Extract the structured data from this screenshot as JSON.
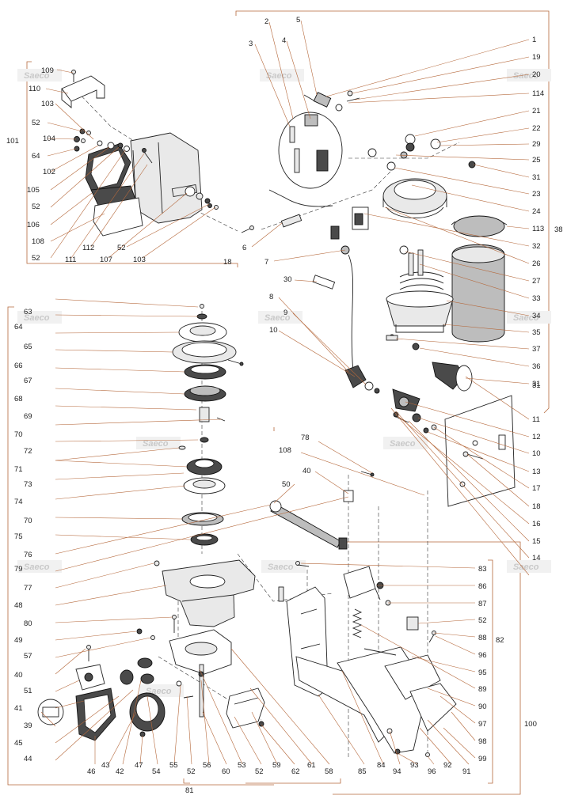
{
  "watermark_text": "Saeco",
  "groups": [
    {
      "id": "101"
    },
    {
      "id": "38"
    },
    {
      "id": "82"
    },
    {
      "id": "100"
    },
    {
      "id": "81"
    }
  ],
  "callouts": [
    {
      "id": "c1",
      "label": "1"
    },
    {
      "id": "c2",
      "label": "2"
    },
    {
      "id": "c3",
      "label": "3"
    },
    {
      "id": "c4",
      "label": "4"
    },
    {
      "id": "c5",
      "label": "5"
    },
    {
      "id": "c6",
      "label": "6"
    },
    {
      "id": "c7",
      "label": "7"
    },
    {
      "id": "c8",
      "label": "8"
    },
    {
      "id": "c9",
      "label": "9"
    },
    {
      "id": "c10a",
      "label": "10"
    },
    {
      "id": "c10b",
      "label": "10"
    },
    {
      "id": "c11",
      "label": "11"
    },
    {
      "id": "c12",
      "label": "12"
    },
    {
      "id": "c13",
      "label": "13"
    },
    {
      "id": "c14",
      "label": "14"
    },
    {
      "id": "c15",
      "label": "15"
    },
    {
      "id": "c16",
      "label": "16"
    },
    {
      "id": "c17",
      "label": "17"
    },
    {
      "id": "c18a",
      "label": "18"
    },
    {
      "id": "c18b",
      "label": "18"
    },
    {
      "id": "c19",
      "label": "19"
    },
    {
      "id": "c20",
      "label": "20"
    },
    {
      "id": "c21",
      "label": "21"
    },
    {
      "id": "c22",
      "label": "22"
    },
    {
      "id": "c23",
      "label": "23"
    },
    {
      "id": "c24",
      "label": "24"
    },
    {
      "id": "c25",
      "label": "25"
    },
    {
      "id": "c26",
      "label": "26"
    },
    {
      "id": "c27",
      "label": "27"
    },
    {
      "id": "c29",
      "label": "29"
    },
    {
      "id": "c30",
      "label": "30"
    },
    {
      "id": "c31a",
      "label": "31"
    },
    {
      "id": "c31b",
      "label": "31"
    },
    {
      "id": "c31c",
      "label": "31"
    },
    {
      "id": "c32",
      "label": "32"
    },
    {
      "id": "c33",
      "label": "33"
    },
    {
      "id": "c34",
      "label": "34"
    },
    {
      "id": "c35",
      "label": "35"
    },
    {
      "id": "c36",
      "label": "36"
    },
    {
      "id": "c37",
      "label": "37"
    },
    {
      "id": "c38",
      "label": "38"
    },
    {
      "id": "c39",
      "label": "39"
    },
    {
      "id": "c40a",
      "label": "40"
    },
    {
      "id": "c40b",
      "label": "40"
    },
    {
      "id": "c41",
      "label": "41"
    },
    {
      "id": "c42",
      "label": "42"
    },
    {
      "id": "c43",
      "label": "43"
    },
    {
      "id": "c44",
      "label": "44"
    },
    {
      "id": "c45",
      "label": "45"
    },
    {
      "id": "c46",
      "label": "46"
    },
    {
      "id": "c47",
      "label": "47"
    },
    {
      "id": "c48",
      "label": "48"
    },
    {
      "id": "c49",
      "label": "49"
    },
    {
      "id": "c50",
      "label": "50"
    },
    {
      "id": "c51",
      "label": "51"
    },
    {
      "id": "c52a",
      "label": "52"
    },
    {
      "id": "c52b",
      "label": "52"
    },
    {
      "id": "c52c",
      "label": "52"
    },
    {
      "id": "c52d",
      "label": "52"
    },
    {
      "id": "c52e",
      "label": "52"
    },
    {
      "id": "c52f",
      "label": "52"
    },
    {
      "id": "c52g",
      "label": "52"
    },
    {
      "id": "c53",
      "label": "53"
    },
    {
      "id": "c54",
      "label": "54"
    },
    {
      "id": "c55",
      "label": "55"
    },
    {
      "id": "c56",
      "label": "56"
    },
    {
      "id": "c57",
      "label": "57"
    },
    {
      "id": "c58",
      "label": "58"
    },
    {
      "id": "c59",
      "label": "59"
    },
    {
      "id": "c60",
      "label": "60"
    },
    {
      "id": "c61",
      "label": "61"
    },
    {
      "id": "c62",
      "label": "62"
    },
    {
      "id": "c63",
      "label": "63"
    },
    {
      "id": "c64a",
      "label": "64"
    },
    {
      "id": "c64b",
      "label": "64"
    },
    {
      "id": "c65",
      "label": "65"
    },
    {
      "id": "c66",
      "label": "66"
    },
    {
      "id": "c67",
      "label": "67"
    },
    {
      "id": "c68",
      "label": "68"
    },
    {
      "id": "c69",
      "label": "69"
    },
    {
      "id": "c70a",
      "label": "70"
    },
    {
      "id": "c70b",
      "label": "70"
    },
    {
      "id": "c71",
      "label": "71"
    },
    {
      "id": "c72",
      "label": "72"
    },
    {
      "id": "c73",
      "label": "73"
    },
    {
      "id": "c74",
      "label": "74"
    },
    {
      "id": "c75",
      "label": "75"
    },
    {
      "id": "c76",
      "label": "76"
    },
    {
      "id": "c77",
      "label": "77"
    },
    {
      "id": "c78",
      "label": "78"
    },
    {
      "id": "c79",
      "label": "79"
    },
    {
      "id": "c80",
      "label": "80"
    },
    {
      "id": "c81",
      "label": "81"
    },
    {
      "id": "c82",
      "label": "82"
    },
    {
      "id": "c83",
      "label": "83"
    },
    {
      "id": "c84",
      "label": "84"
    },
    {
      "id": "c85",
      "label": "85"
    },
    {
      "id": "c86",
      "label": "86"
    },
    {
      "id": "c87",
      "label": "87"
    },
    {
      "id": "c88",
      "label": "88"
    },
    {
      "id": "c89",
      "label": "89"
    },
    {
      "id": "c90",
      "label": "90"
    },
    {
      "id": "c91",
      "label": "91"
    },
    {
      "id": "c92",
      "label": "92"
    },
    {
      "id": "c93",
      "label": "93"
    },
    {
      "id": "c94",
      "label": "94"
    },
    {
      "id": "c95",
      "label": "95"
    },
    {
      "id": "c96a",
      "label": "96"
    },
    {
      "id": "c96b",
      "label": "96"
    },
    {
      "id": "c97",
      "label": "97"
    },
    {
      "id": "c98",
      "label": "98"
    },
    {
      "id": "c99",
      "label": "99"
    },
    {
      "id": "c100",
      "label": "100"
    },
    {
      "id": "c101",
      "label": "101"
    },
    {
      "id": "c102",
      "label": "102"
    },
    {
      "id": "c103a",
      "label": "103"
    },
    {
      "id": "c103b",
      "label": "103"
    },
    {
      "id": "c104",
      "label": "104"
    },
    {
      "id": "c105",
      "label": "105"
    },
    {
      "id": "c106",
      "label": "106"
    },
    {
      "id": "c107",
      "label": "107"
    },
    {
      "id": "c108a",
      "label": "108"
    },
    {
      "id": "c108b",
      "label": "108"
    },
    {
      "id": "c109",
      "label": "109"
    },
    {
      "id": "c110",
      "label": "110"
    },
    {
      "id": "c111",
      "label": "111"
    },
    {
      "id": "c112",
      "label": "112"
    },
    {
      "id": "c113",
      "label": "113"
    },
    {
      "id": "c114",
      "label": "114"
    }
  ]
}
